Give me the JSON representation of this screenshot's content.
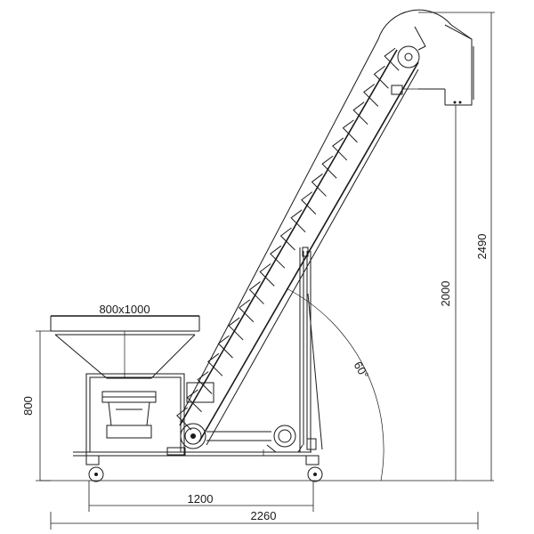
{
  "diagram": {
    "hopper_size_label": "800x1000",
    "dim_hopper_height": "800",
    "dim_base_length": "1200",
    "dim_total_length": "2260",
    "dim_discharge_height": "2000",
    "dim_total_height": "2490",
    "angle_label": "60°"
  }
}
